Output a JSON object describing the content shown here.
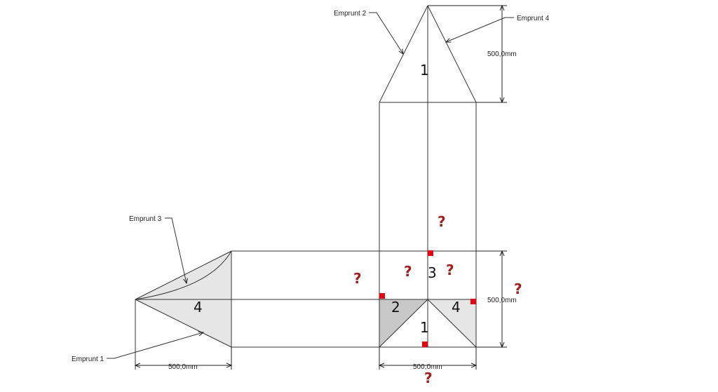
{
  "colors": {
    "question_mark": "#a31e1e",
    "marker": "#e30613",
    "shade_light": "#e6e6e6",
    "shade_dark": "#c8c8c8",
    "line": "#333333"
  },
  "callouts": {
    "emprunt_1": "Emprunt 1",
    "emprunt_2": "Emprunt 2",
    "emprunt_3": "Emprunt 3",
    "emprunt_4": "Emprunt 4"
  },
  "dimensions": {
    "top_height": "500,0mm",
    "right_height": "500,0mm",
    "left_width": "500,0mm",
    "bottom_width": "500,0mm"
  },
  "face_numbers": {
    "top_triangle": "1",
    "center_top": "3",
    "bottom_dark": "2",
    "bottom_center": "1",
    "bottom_right": "4",
    "left_triangle": "4"
  },
  "question_marks": {
    "upper": "?",
    "middle_left": "?",
    "middle_right": "?",
    "left": "?",
    "right": "?",
    "bottom": "?"
  }
}
